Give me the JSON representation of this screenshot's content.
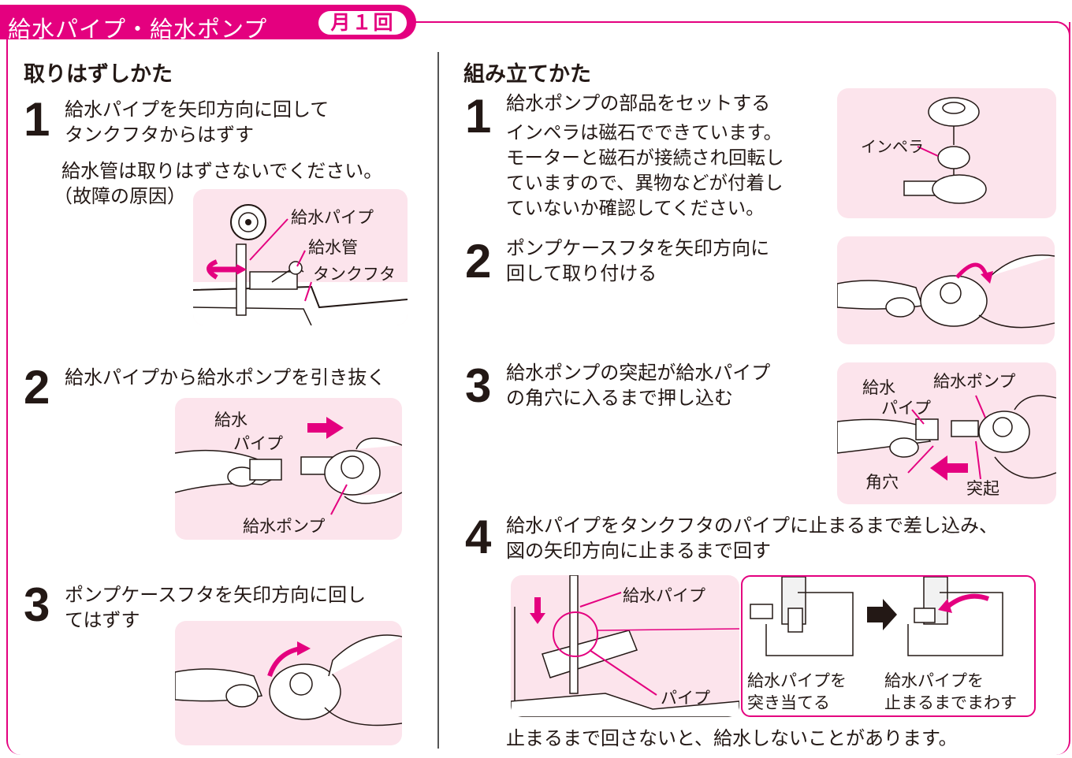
{
  "header": {
    "title": "給水パイプ・給水ポンプ",
    "frequency": "月１回"
  },
  "remove": {
    "heading": "取りはずしかた",
    "steps": [
      {
        "num": "1",
        "lines": [
          "給水パイプを矢印方向に回して",
          "タンクフタからはずす"
        ],
        "note": [
          "給水管は取りはずさないでください。",
          "（故障の原因）"
        ],
        "labels": {
          "pipe": "給水パイプ",
          "tube": "給水管",
          "lid": "タンクフタ"
        }
      },
      {
        "num": "2",
        "lines": [
          "給水パイプから給水ポンプを引き抜く"
        ],
        "labels": {
          "pipe1": "給水",
          "pipe2": "パイプ",
          "pump": "給水ポンプ"
        }
      },
      {
        "num": "3",
        "lines": [
          "ポンプケースフタを矢印方向に回し",
          "てはずす"
        ]
      }
    ]
  },
  "assemble": {
    "heading": "組み立てかた",
    "steps": [
      {
        "num": "1",
        "lines": [
          "給水ポンプの部品をセットする"
        ],
        "note": [
          "インペラは磁石でできています。",
          "モーターと磁石が接続され回転し",
          "ていますので、異物などが付着し",
          "ていないか確認してください。"
        ],
        "labels": {
          "impeller": "インペラ"
        }
      },
      {
        "num": "2",
        "lines": [
          "ポンプケースフタを矢印方向に",
          "回して取り付ける"
        ]
      },
      {
        "num": "3",
        "lines": [
          "給水ポンプの突起が給水パイプ",
          "の角穴に入るまで押し込む"
        ],
        "labels": {
          "pipe1": "給水",
          "pipe2": "パイプ",
          "pump": "給水ポンプ",
          "hole": "角穴",
          "boss": "突起"
        }
      },
      {
        "num": "4",
        "lines": [
          "給水パイプをタンクフタのパイプに止まるまで差し込み、",
          "図の矢印方向に止まるまで回す"
        ],
        "labels": {
          "pipe": "給水パイプ",
          "lidpipe": "パイプ",
          "butt1": "給水パイプを",
          "butt2": "突き当てる",
          "turn1": "給水パイプを",
          "turn2": "止まるまでまわす"
        },
        "warning": "止まるまで回さないと、給水しないことがあります。"
      }
    ]
  },
  "colors": {
    "accent": "#e4007f",
    "panel": "#fce4ec",
    "text": "#231815"
  }
}
